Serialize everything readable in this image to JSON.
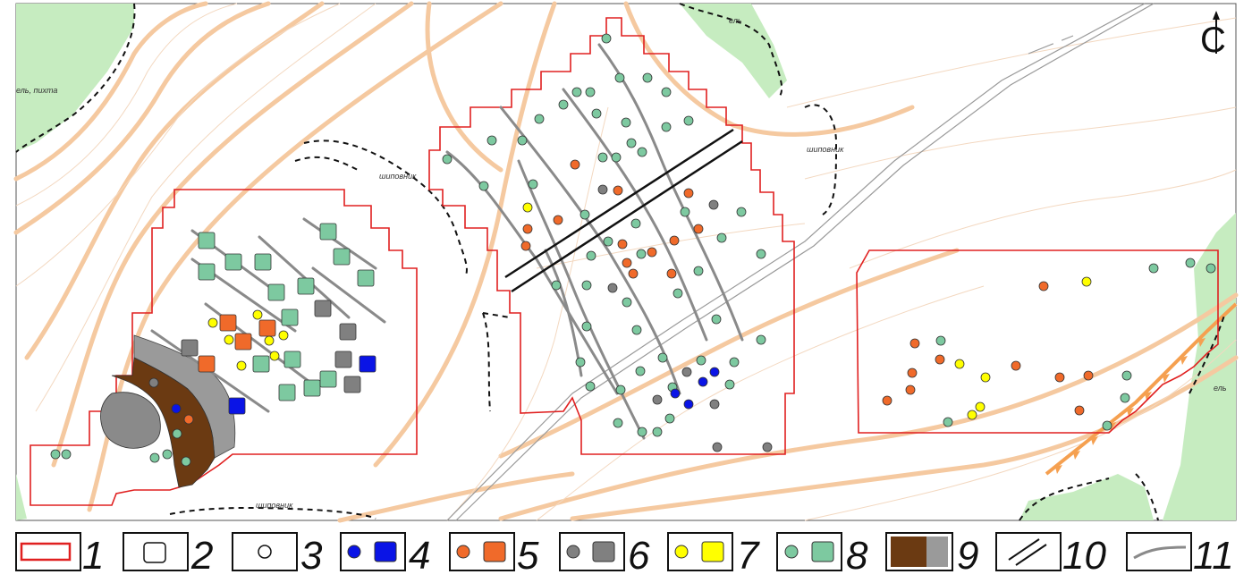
{
  "map": {
    "labels": {
      "spruce_fir": "ель, пихта",
      "rosehip_1": "шиповник",
      "rosehip_2": "шиповник",
      "rosehip_3": "шиповник",
      "spruce_top": "ель",
      "spruce_right": "ель"
    },
    "north_symbol": "С"
  },
  "legend": {
    "items": [
      {
        "num": "1",
        "symbol": "red-outline-rect"
      },
      {
        "num": "2",
        "symbol": "empty-square"
      },
      {
        "num": "3",
        "symbol": "empty-circle"
      },
      {
        "num": "4",
        "symbol": "blue-circle-square",
        "color": "#0a14e6"
      },
      {
        "num": "5",
        "symbol": "orange-circle-square",
        "color": "#f06a2a"
      },
      {
        "num": "6",
        "symbol": "gray-circle-square",
        "color": "#808080"
      },
      {
        "num": "7",
        "symbol": "yellow-circle-square",
        "color": "#ffff00"
      },
      {
        "num": "8",
        "symbol": "green-circle-square",
        "color": "#7dc9a0"
      },
      {
        "num": "9",
        "symbol": "brown-gray-fill",
        "color": "#6b3a12"
      },
      {
        "num": "10",
        "symbol": "double-line"
      },
      {
        "num": "11",
        "symbol": "gray-curve"
      }
    ]
  },
  "colors": {
    "boundary": "#e02020",
    "contour": "#f5c9a0",
    "forest": "#c6ecc0",
    "trench": "#8a8a8a"
  }
}
